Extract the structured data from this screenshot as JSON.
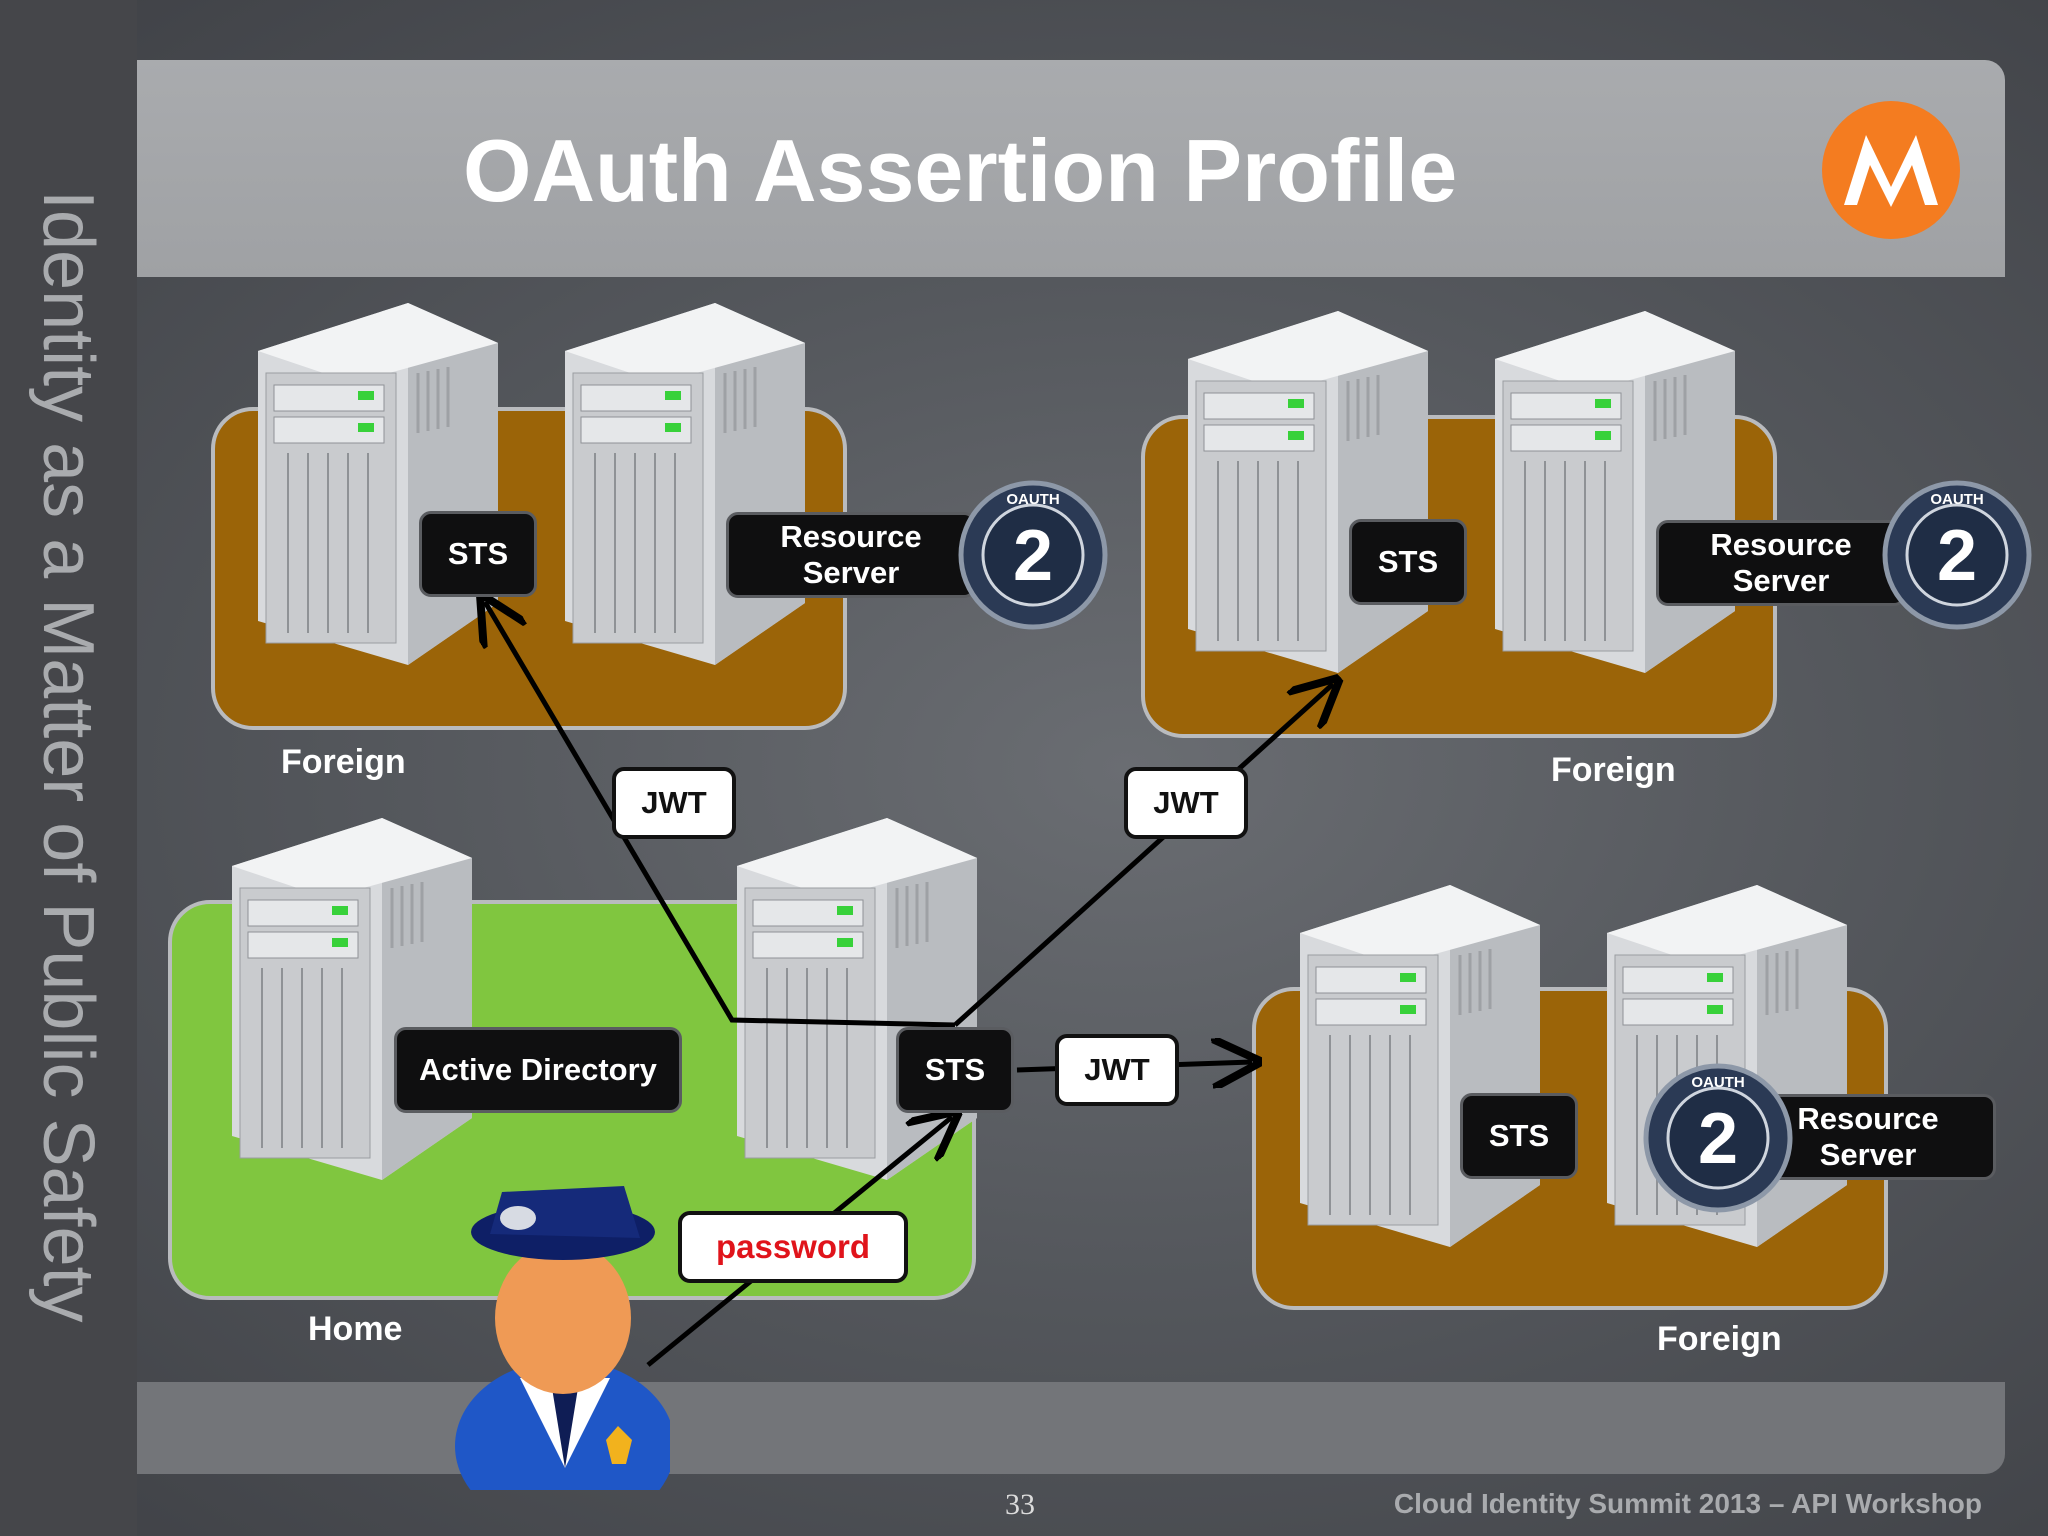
{
  "sidebar": {
    "text": "Identity as a Matter of Public Safety"
  },
  "header": {
    "title": "OAuth Assertion Profile"
  },
  "footer": {
    "page_number": "33",
    "event": "Cloud Identity Summit 2013 – API Workshop"
  },
  "diagram": {
    "zones": [
      {
        "id": "foreign-top-left",
        "label": "Foreign",
        "color": "#9b6408"
      },
      {
        "id": "foreign-top-right",
        "label": "Foreign",
        "color": "#9b6408"
      },
      {
        "id": "home",
        "label": "Home",
        "color": "#80c63f"
      },
      {
        "id": "foreign-bottom-right",
        "label": "Foreign",
        "color": "#9b6408"
      }
    ],
    "nodes": {
      "sts": "STS",
      "resource_server_line1": "Resource",
      "resource_server_line2": "Server",
      "active_directory": "Active Directory"
    },
    "tokens": {
      "jwt": "JWT",
      "password": "password"
    },
    "badge_text": {
      "number": "2",
      "ring": "OAUTH"
    }
  },
  "colors": {
    "accent_orange": "#f47c20",
    "zone_brown": "#9b6408",
    "zone_green": "#80c63f",
    "password_red": "#e0141b"
  }
}
